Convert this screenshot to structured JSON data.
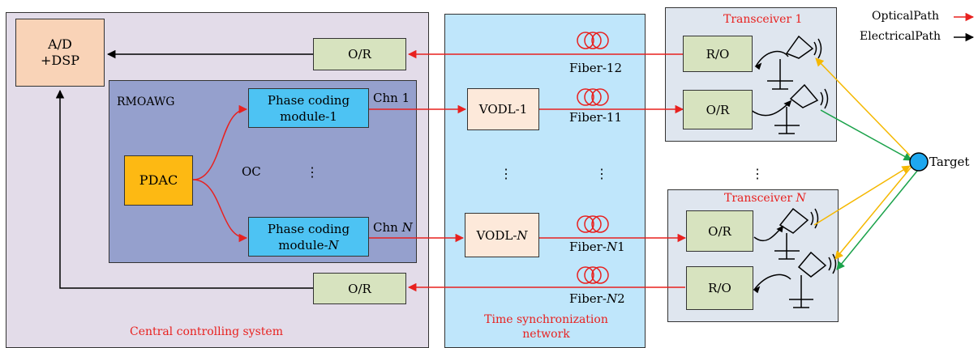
{
  "central": {
    "label": "Central controlling system",
    "ad_line1": "A/D",
    "ad_line2": "+DSP",
    "or_top": "O/R",
    "or_bottom": "O/R"
  },
  "rmoawg": {
    "label": "RMOAWG",
    "pdac": "PDAC",
    "oc": "OC",
    "dots": "⋮",
    "pc1_line1": "Phase coding",
    "pc1_line2": "module-1",
    "pcn_line1": "Phase coding",
    "pcn_line2_prefix": "module-",
    "pcn_line2_var": "N",
    "chn1": "Chn 1",
    "chnn_prefix": "Chn ",
    "chnn_var": "N"
  },
  "timesync": {
    "label_line1": "Time synchronization",
    "label_line2": "network",
    "vodl1": "VODL-1",
    "vodln_prefix": "VODL-",
    "vodln_var": "N",
    "dots_left": "⋮",
    "dots_right": "⋮",
    "fiber12": "Fiber-12",
    "fiber11": "Fiber-11",
    "fibern1_prefix": "Fiber-",
    "fibern1_var": "N",
    "fibern1_suffix": "1",
    "fibern2_prefix": "Fiber-",
    "fibern2_var": "N",
    "fibern2_suffix": "2"
  },
  "transceiver1": {
    "label": "Transceiver 1",
    "ro": "R/O",
    "or": "O/R"
  },
  "transceiverN": {
    "label_prefix": "Transceiver ",
    "label_var": "N",
    "or": "O/R",
    "ro": "R/O"
  },
  "between_dots": "⋮",
  "target": "Target",
  "legend": {
    "optical": "OpticalPath",
    "electrical": "ElectricalPath"
  },
  "colors": {
    "optical": "#e8211f",
    "electrical": "#000000",
    "tx_beam": "#1aa24a",
    "rx_beam": "#f5b800",
    "central_bg": "#e3dce9",
    "rmoawg_bg": "#95a0cd",
    "timesync_bg": "#bfe6fb",
    "transceiver_bg": "#dfe6ef",
    "ad_bg": "#f9d3b7",
    "or_bg": "#d7e3bf",
    "pc_bg": "#4dc3f3",
    "pdac_bg": "#fdb913",
    "vodl_bg": "#fde9da",
    "target_fill": "#1ea7ee"
  }
}
